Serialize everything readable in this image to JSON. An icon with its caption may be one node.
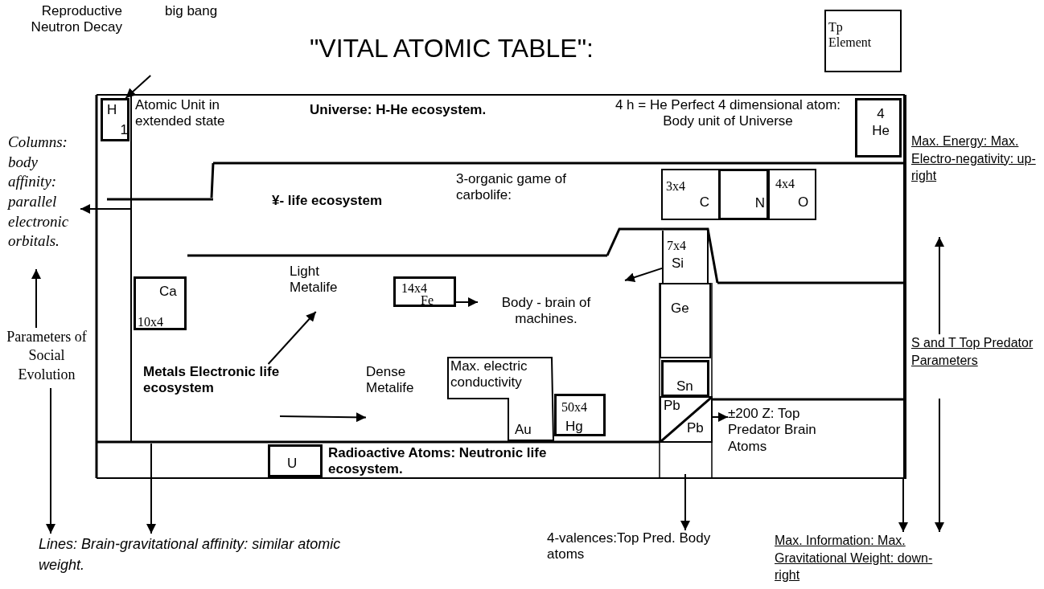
{
  "diagram": {
    "title": "\"VITAL ATOMIC TABLE\":",
    "nodes": [
      {
        "text": [
          "Reproductive Neutron Decay",
          "big bang"
        ]
      },
      {
        "text": [
          "Tp Element"
        ]
      },
      {
        "text": [
          "H",
          "1"
        ]
      },
      {
        "text": [
          "Atomic Unit in extended state",
          "Universe: H-He ecosystem.",
          "4 h = He Perfect 4 dimensional atom: Body unit of Universe"
        ]
      },
      {
        "text": [
          "4",
          "He"
        ],
        "in": 3
      },
      {
        "text": [
          "¥- life ecosystem",
          "3-organic game of carbolife:"
        ]
      },
      {
        "text": [
          "3x4",
          "C"
        ],
        "in": 5
      },
      {
        "text": [
          "N"
        ],
        "in": 5
      },
      {
        "text": [
          "4x4",
          "O"
        ],
        "in": 5
      },
      {
        "text": [
          "7x4",
          "Si"
        ],
        "in": 5
      },
      {
        "text": [
          "Ca",
          "10x4"
        ]
      },
      {
        "text": [
          "Light Metalife"
        ]
      },
      {
        "text": [
          "14x4",
          "Fe"
        ]
      },
      {
        "text": [
          "Body - brain of machines."
        ]
      },
      {
        "text": [
          "Metals Electronic life ecosystem"
        ]
      },
      {
        "text": [
          "Max. electric conductivity",
          "Au"
        ]
      },
      {
        "text": [
          "Dense Metalife"
        ]
      },
      {
        "text": [
          "50x4",
          "Hg"
        ]
      },
      {
        "text": [
          "Ge"
        ]
      },
      {
        "text": [
          "Sn"
        ]
      },
      {
        "text": [
          "Pb",
          "Pb"
        ]
      },
      {
        "text": [
          "±200 Z: Top Predator Brain Atoms"
        ]
      },
      {
        "text": [
          "Radioactive Atoms: Neutronic life ecosystem."
        ]
      },
      {
        "text": [
          "U"
        ],
        "in": 22
      },
      {
        "text": [
          "Columns: body affinity: parallel electronic orbitals."
        ]
      },
      {
        "text": [
          "Parameters of Social Evolution"
        ]
      },
      {
        "text": [
          "Lines: Brain-gravitational affinity: similar atomic weight."
        ]
      },
      {
        "text": [
          "4-valences:Top Pred. Body atoms"
        ]
      },
      {
        "text": [
          "Max. Energy: Max. Electro-negativity: up-right"
        ]
      },
      {
        "text": [
          "S and T Top Predator Parameters"
        ]
      },
      {
        "text": [
          "Max. Information: Max. Gravitational Weight: down-right"
        ]
      }
    ],
    "edges": [
      {
        "from": 0,
        "to": 2,
        "arrow": "to"
      },
      {
        "from": null,
        "to": 24,
        "arrow": "to"
      },
      {
        "from": 25,
        "to": 24,
        "arrow": "to"
      },
      {
        "from": 25,
        "to": 26,
        "arrow": "to"
      },
      {
        "from": null,
        "to": 26,
        "arrow": "to"
      },
      {
        "from": 9,
        "to": null,
        "arrow": "to"
      },
      {
        "from": 12,
        "to": 13,
        "arrow": "to"
      },
      {
        "from": 14,
        "to": 11,
        "arrow": "to"
      },
      {
        "from": 14,
        "to": 16,
        "arrow": "to"
      },
      {
        "from": 20,
        "to": 21,
        "arrow": "to"
      },
      {
        "from": null,
        "to": 27,
        "arrow": "to"
      },
      {
        "from": 29,
        "to": 28,
        "arrow": "to"
      },
      {
        "from": 29,
        "to": 30,
        "arrow": "to"
      },
      {
        "from": null,
        "to": 30,
        "arrow": "to"
      }
    ]
  }
}
